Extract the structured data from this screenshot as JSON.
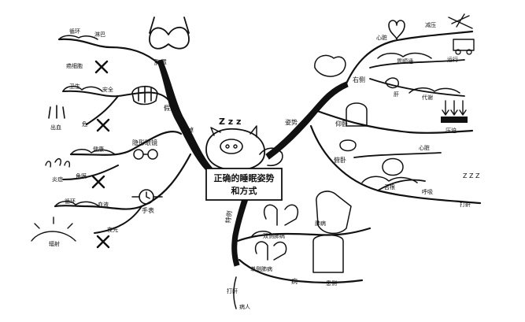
{
  "center": {
    "title_line1": "正确的睡眠姿势",
    "title_line2": "和方式",
    "sleep_mark": "Z z z"
  },
  "branches": {
    "left": {
      "label": "去掉",
      "bra": {
        "label": "胸罩",
        "items": [
          "循环",
          "淋巴",
          "癌细胞"
        ]
      },
      "teeth": {
        "label": "假牙",
        "items": [
          "卫生",
          "安全",
          "出血",
          "危"
        ]
      },
      "glasses": {
        "label": "隐形眼镜",
        "items": [
          "健康",
          "炎症",
          "角膜"
        ]
      },
      "watch": {
        "label": "手表",
        "items": [
          "循环",
          "血液",
          "辐射",
          "夜光"
        ]
      }
    },
    "right": {
      "label": "姿势",
      "side_right": {
        "label": "右侧",
        "items": [
          "心脏",
          "减压",
          "胃顺通",
          "运行",
          "肝",
          "代谢"
        ]
      },
      "supine": {
        "label": "仰卧",
        "items": [
          "压迫"
        ]
      },
      "prone": {
        "label": "俯卧",
        "items": [
          "",
          "心脏",
          "舌根",
          "呼吸",
          "打鼾"
        ]
      }
    },
    "bottom": {
      "label": "特例",
      "disease": {
        "label": "病",
        "items": [
          "肺病",
          "双侧肺病",
          "单侧肺病",
          "患侧",
          "打鼾",
          "病人"
        ]
      },
      "zigzag": "Z Z Z"
    }
  }
}
